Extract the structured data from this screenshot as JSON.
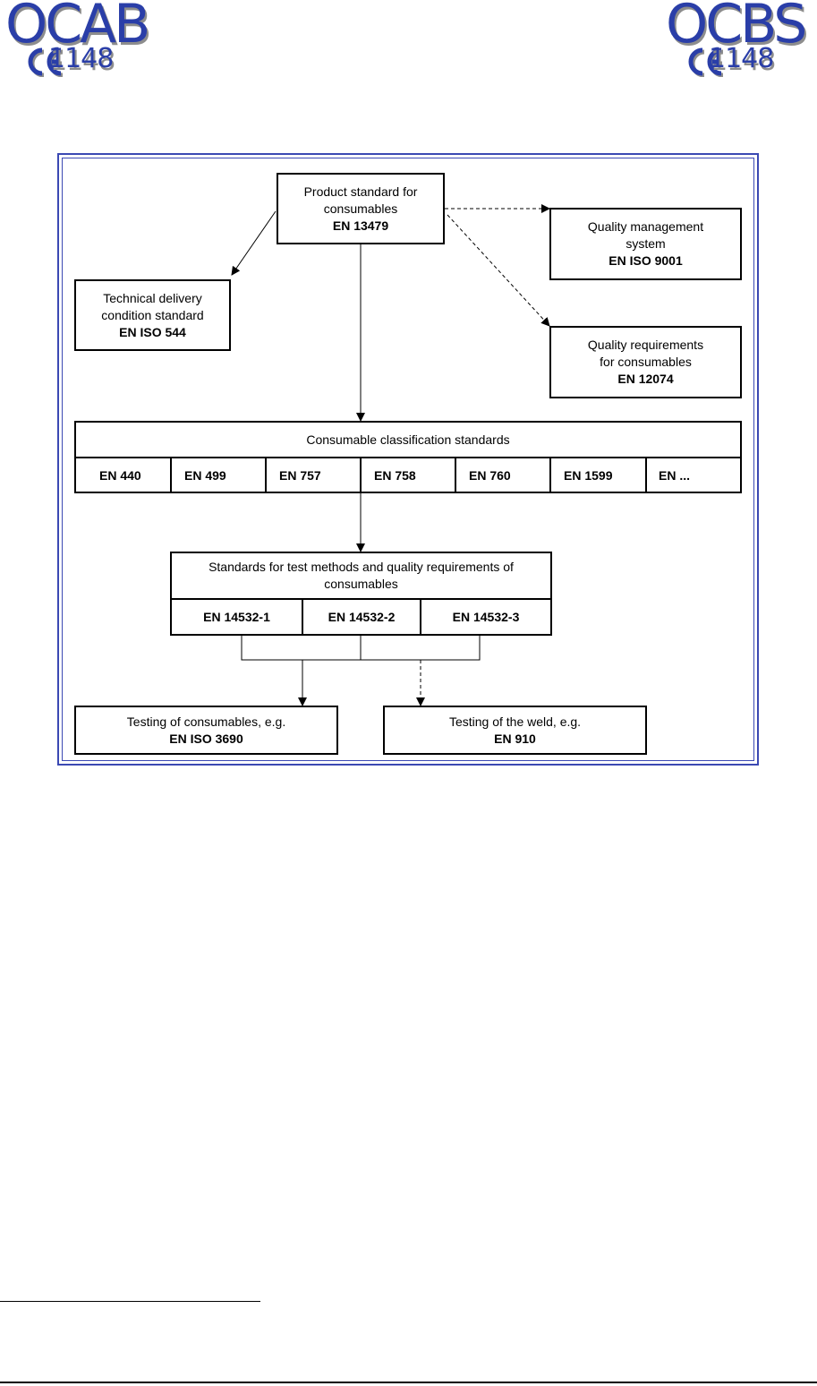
{
  "logos": {
    "left": {
      "text": "OCAB",
      "mark": "CE",
      "number": "1148"
    },
    "right": {
      "text": "OCBS",
      "mark": "CE",
      "number": "1148"
    }
  },
  "colors": {
    "brand_blue": "#2a3ea8",
    "frame_blue": "#3b49b3"
  },
  "diagram": {
    "product": {
      "label": "Product standard for consumables",
      "code": "EN 13479"
    },
    "technical": {
      "label": "Technical delivery condition standard",
      "code": "EN ISO 544"
    },
    "qms": {
      "label": "Quality management system",
      "code": "EN ISO 9001"
    },
    "quality_req": {
      "label": "Quality requirements for consumables",
      "code": "EN 12074"
    },
    "classification": {
      "title": "Consumable classification standards",
      "items": [
        "EN 440",
        "EN 499",
        "EN 757",
        "EN 758",
        "EN 760",
        "EN 1599",
        "EN ..."
      ]
    },
    "test_methods": {
      "title": "Standards for test methods and quality requirements of consumables",
      "items": [
        "EN 14532-1",
        "EN 14532-2",
        "EN 14532-3"
      ]
    },
    "testing_consumables": {
      "label": "Testing of consumables, e.g.",
      "code": "EN ISO 3690"
    },
    "testing_weld": {
      "label": "Testing of the weld, e.g.",
      "code": "EN 910"
    }
  }
}
